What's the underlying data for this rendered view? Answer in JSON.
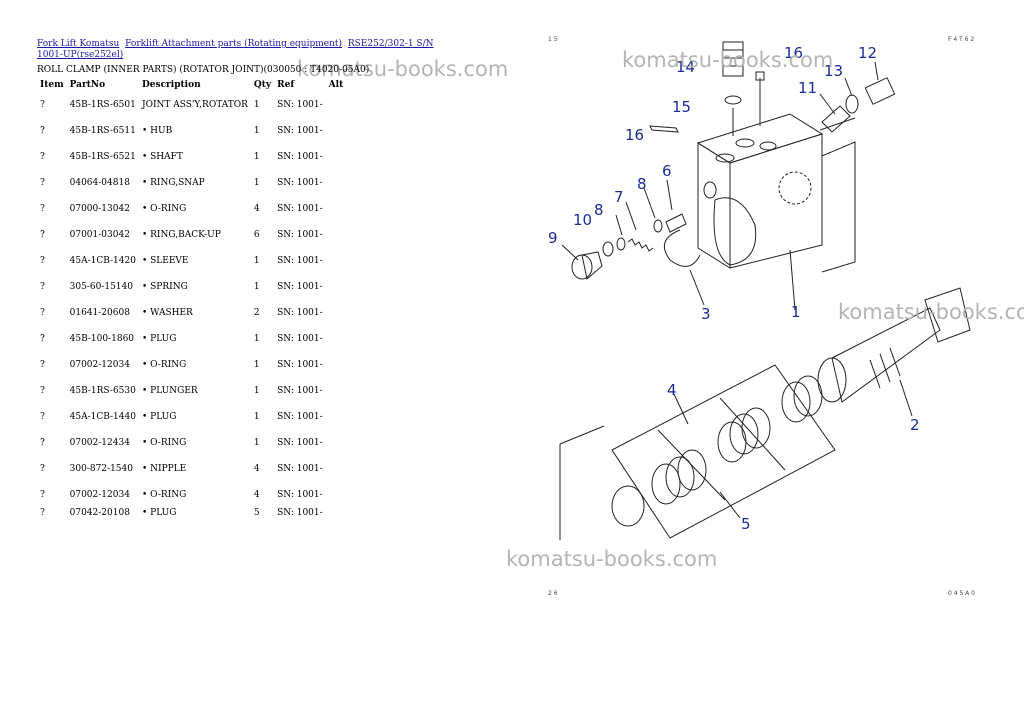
{
  "breadcrumb": {
    "links": [
      "Fork Lift Komatsu",
      "Forklift Attachment parts (Rotating equipment)",
      "RSE252/302-1 S/N 1001-UP(rse252el)"
    ]
  },
  "subtitle": "ROLL CLAMP (INNER PARTS) (ROTATOR JOINT)(030050 : T4020-05A0)",
  "table": {
    "headers": [
      "Item",
      "PartNo",
      "Description",
      "Qty",
      "Ref",
      "Alt"
    ],
    "rows": [
      {
        "item": "?",
        "partno": "45B-1RS-6501",
        "desc": "JOINT ASS'Y,ROTATOR",
        "qty": "1",
        "ref": "SN: 1001-"
      },
      {
        "item": "?",
        "partno": "45B-1RS-6511",
        "desc": "• HUB",
        "qty": "1",
        "ref": "SN: 1001-"
      },
      {
        "item": "?",
        "partno": "45B-1RS-6521",
        "desc": "• SHAFT",
        "qty": "1",
        "ref": "SN: 1001-"
      },
      {
        "item": "?",
        "partno": "04064-04818",
        "desc": "• RING,SNAP",
        "qty": "1",
        "ref": "SN: 1001-"
      },
      {
        "item": "?",
        "partno": "07000-13042",
        "desc": "• O-RING",
        "qty": "4",
        "ref": "SN: 1001-"
      },
      {
        "item": "?",
        "partno": "07001-03042",
        "desc": "• RING,BACK-UP",
        "qty": "6",
        "ref": "SN: 1001-"
      },
      {
        "item": "?",
        "partno": "45A-1CB-1420",
        "desc": "• SLEEVE",
        "qty": "1",
        "ref": "SN: 1001-"
      },
      {
        "item": "?",
        "partno": "305-60-15140",
        "desc": "• SPRING",
        "qty": "1",
        "ref": "SN: 1001-"
      },
      {
        "item": "?",
        "partno": "01641-20608",
        "desc": "• WASHER",
        "qty": "2",
        "ref": "SN: 1001-"
      },
      {
        "item": "?",
        "partno": "45B-100-1860",
        "desc": "• PLUG",
        "qty": "1",
        "ref": "SN: 1001-"
      },
      {
        "item": "?",
        "partno": "07002-12034",
        "desc": "• O-RING",
        "qty": "1",
        "ref": "SN: 1001-"
      },
      {
        "item": "?",
        "partno": "45B-1RS-6530",
        "desc": "• PLUNGER",
        "qty": "1",
        "ref": "SN: 1001-"
      },
      {
        "item": "?",
        "partno": "45A-1CB-1440",
        "desc": "• PLUG",
        "qty": "1",
        "ref": "SN: 1001-"
      },
      {
        "item": "?",
        "partno": "07002-12434",
        "desc": "• O-RING",
        "qty": "1",
        "ref": "SN: 1001-"
      },
      {
        "item": "?",
        "partno": "300-872-1540",
        "desc": "• NIPPLE",
        "qty": "4",
        "ref": "SN: 1001-"
      },
      {
        "item": "?",
        "partno": "07002-12034",
        "desc": "• O-RING",
        "qty": "4",
        "ref": "SN: 1001-"
      },
      {
        "item": "?",
        "partno": "07042-20108",
        "desc": "• PLUG",
        "qty": "5",
        "ref": "SN: 1001-"
      }
    ]
  },
  "watermarks": [
    "komatsu-books.com",
    "komatsu-books.com",
    "komatsu-books.com",
    "komatsu-books.com"
  ],
  "diagram": {
    "callouts": [
      "1",
      "2",
      "3",
      "4",
      "5",
      "6",
      "7",
      "8",
      "8",
      "9",
      "10",
      "11",
      "12",
      "13",
      "14",
      "15",
      "16",
      "16"
    ],
    "corner_marks": [
      "1 5",
      "F 4 T 6 2",
      "2 6",
      "0 4 5 A 0"
    ]
  },
  "colors": {
    "link": "#1a1aa6",
    "callout": "#1a2a9a",
    "watermark": "#b4b4b4"
  }
}
